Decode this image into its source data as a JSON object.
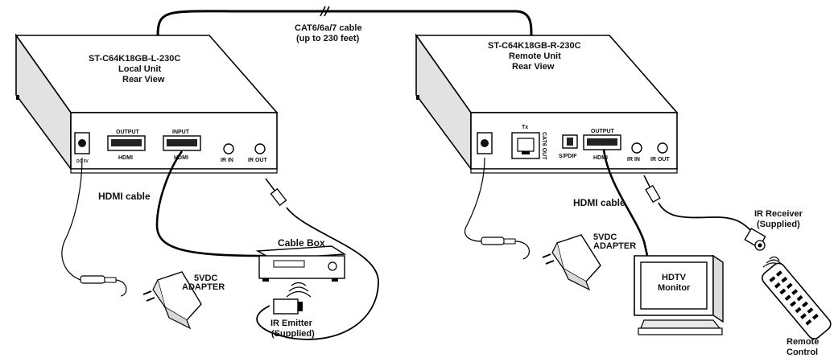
{
  "cable_link": {
    "label_line1": "CAT6/6a/7 cable",
    "label_line2": "(up to 230 feet)"
  },
  "local_unit": {
    "model": "ST-C64K18GB-L-230C",
    "name": "Local Unit",
    "view": "Rear View",
    "ports": {
      "dc": "DC 5V",
      "output_top": "OUTPUT",
      "output_bottom": "HDMI",
      "input_top": "INPUT",
      "input_bottom": "HDMI",
      "ir_in": "IR IN",
      "ir_out": "IR OUT"
    },
    "hdmi_cable_label": "HDMI cable",
    "adapter_line1": "5VDC",
    "adapter_line2": "ADAPTER",
    "cable_box": "Cable Box",
    "ir_emitter_line1": "IR Emitter",
    "ir_emitter_line2": "(Supplied)"
  },
  "remote_unit": {
    "model": "ST-C64K18GB-R-230C",
    "name": "Remote Unit",
    "view": "Rear View",
    "ports": {
      "tx": "Tx",
      "cat6_out": "CAT6 OUT",
      "spdif": "S/PDIF",
      "output_top": "OUTPUT",
      "output_bottom": "HDMI",
      "ir_in": "IR IN",
      "ir_out": "IR OUT"
    },
    "hdmi_cable_label": "HDMI cable",
    "adapter_line1": "5VDC",
    "adapter_line2": "ADAPTER",
    "monitor_line1": "HDTV",
    "monitor_line2": "Monitor",
    "ir_receiver_line1": "IR Receiver",
    "ir_receiver_line2": "(Supplied)",
    "remote_line1": "Remote",
    "remote_line2": "Control"
  }
}
